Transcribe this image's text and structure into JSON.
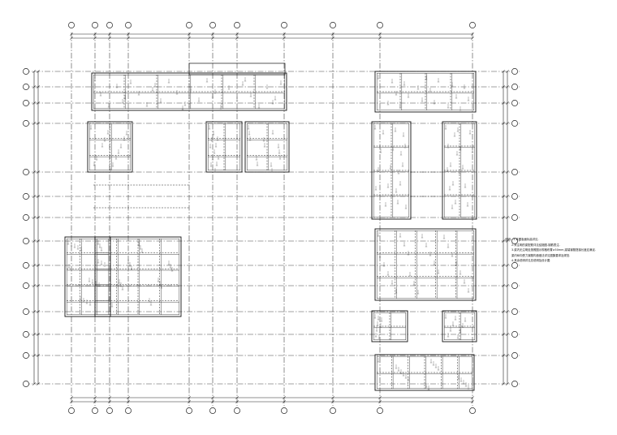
{
  "drawing": {
    "notes": {
      "lines": [
        "说明：1.本图板面标高详见.",
        "2.未注明的梁配筋详见结施图-钢筋表注.",
        "3.梁内无注明处按照图示规格布置≥50mm,梁端钢筋搭接长度应满足.",
        "梁内纵向受力钢筋构造做法详见图集要求及规范.",
        "4.其余说明详见总说明及设计图."
      ]
    },
    "colors": {
      "line": "#111111",
      "background": "#ffffff"
    }
  }
}
